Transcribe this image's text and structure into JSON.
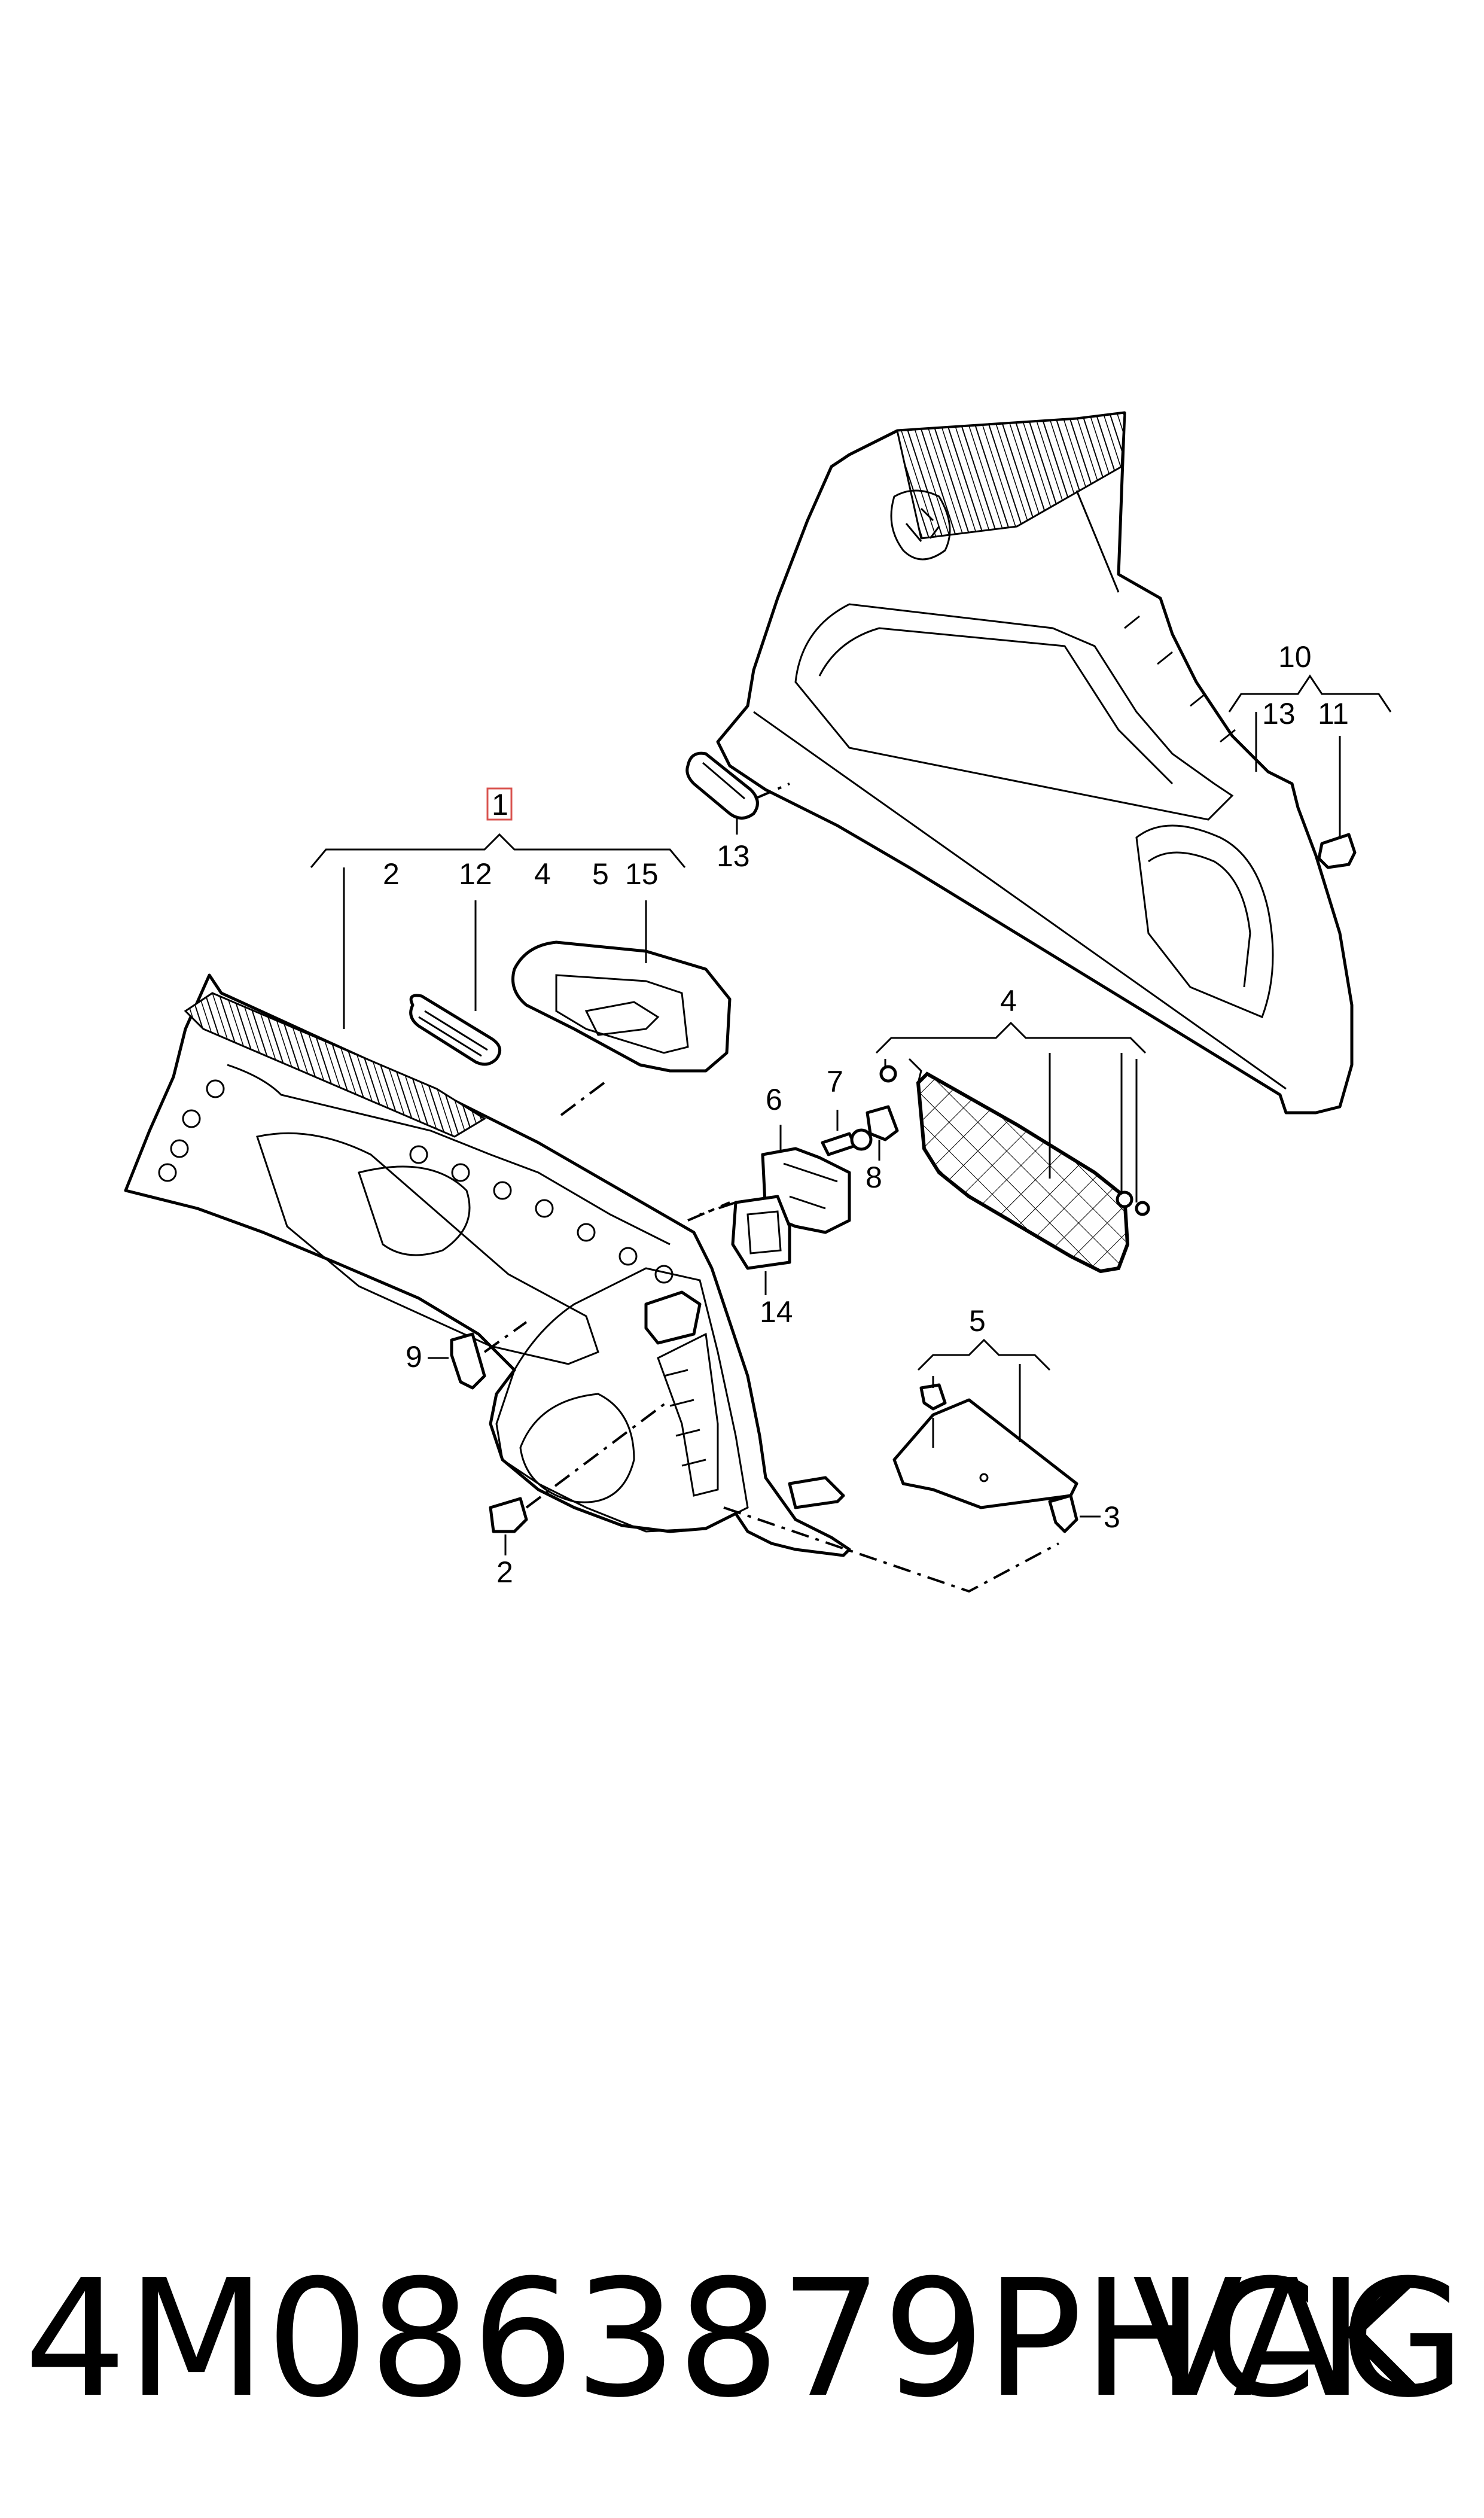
{
  "callouts": {
    "c1": "1",
    "c2_top": "2",
    "c12_top": "12",
    "c4_top": "4",
    "c5_top": "5",
    "c15_top": "15",
    "c13_left": "13",
    "c10": "10",
    "c13_right": "13",
    "c11": "11",
    "c4_net": "4",
    "c6": "6",
    "c7": "7",
    "c8": "8",
    "c14": "14",
    "c9": "9",
    "c2_bottom": "2",
    "c5_cover": "5",
    "c3": "3"
  },
  "footer": {
    "part_number": "4M0863879PHCK",
    "brand": "VAG"
  },
  "colors": {
    "line": "#000000",
    "highlight_box": "#d9534f",
    "background": "#ffffff"
  }
}
